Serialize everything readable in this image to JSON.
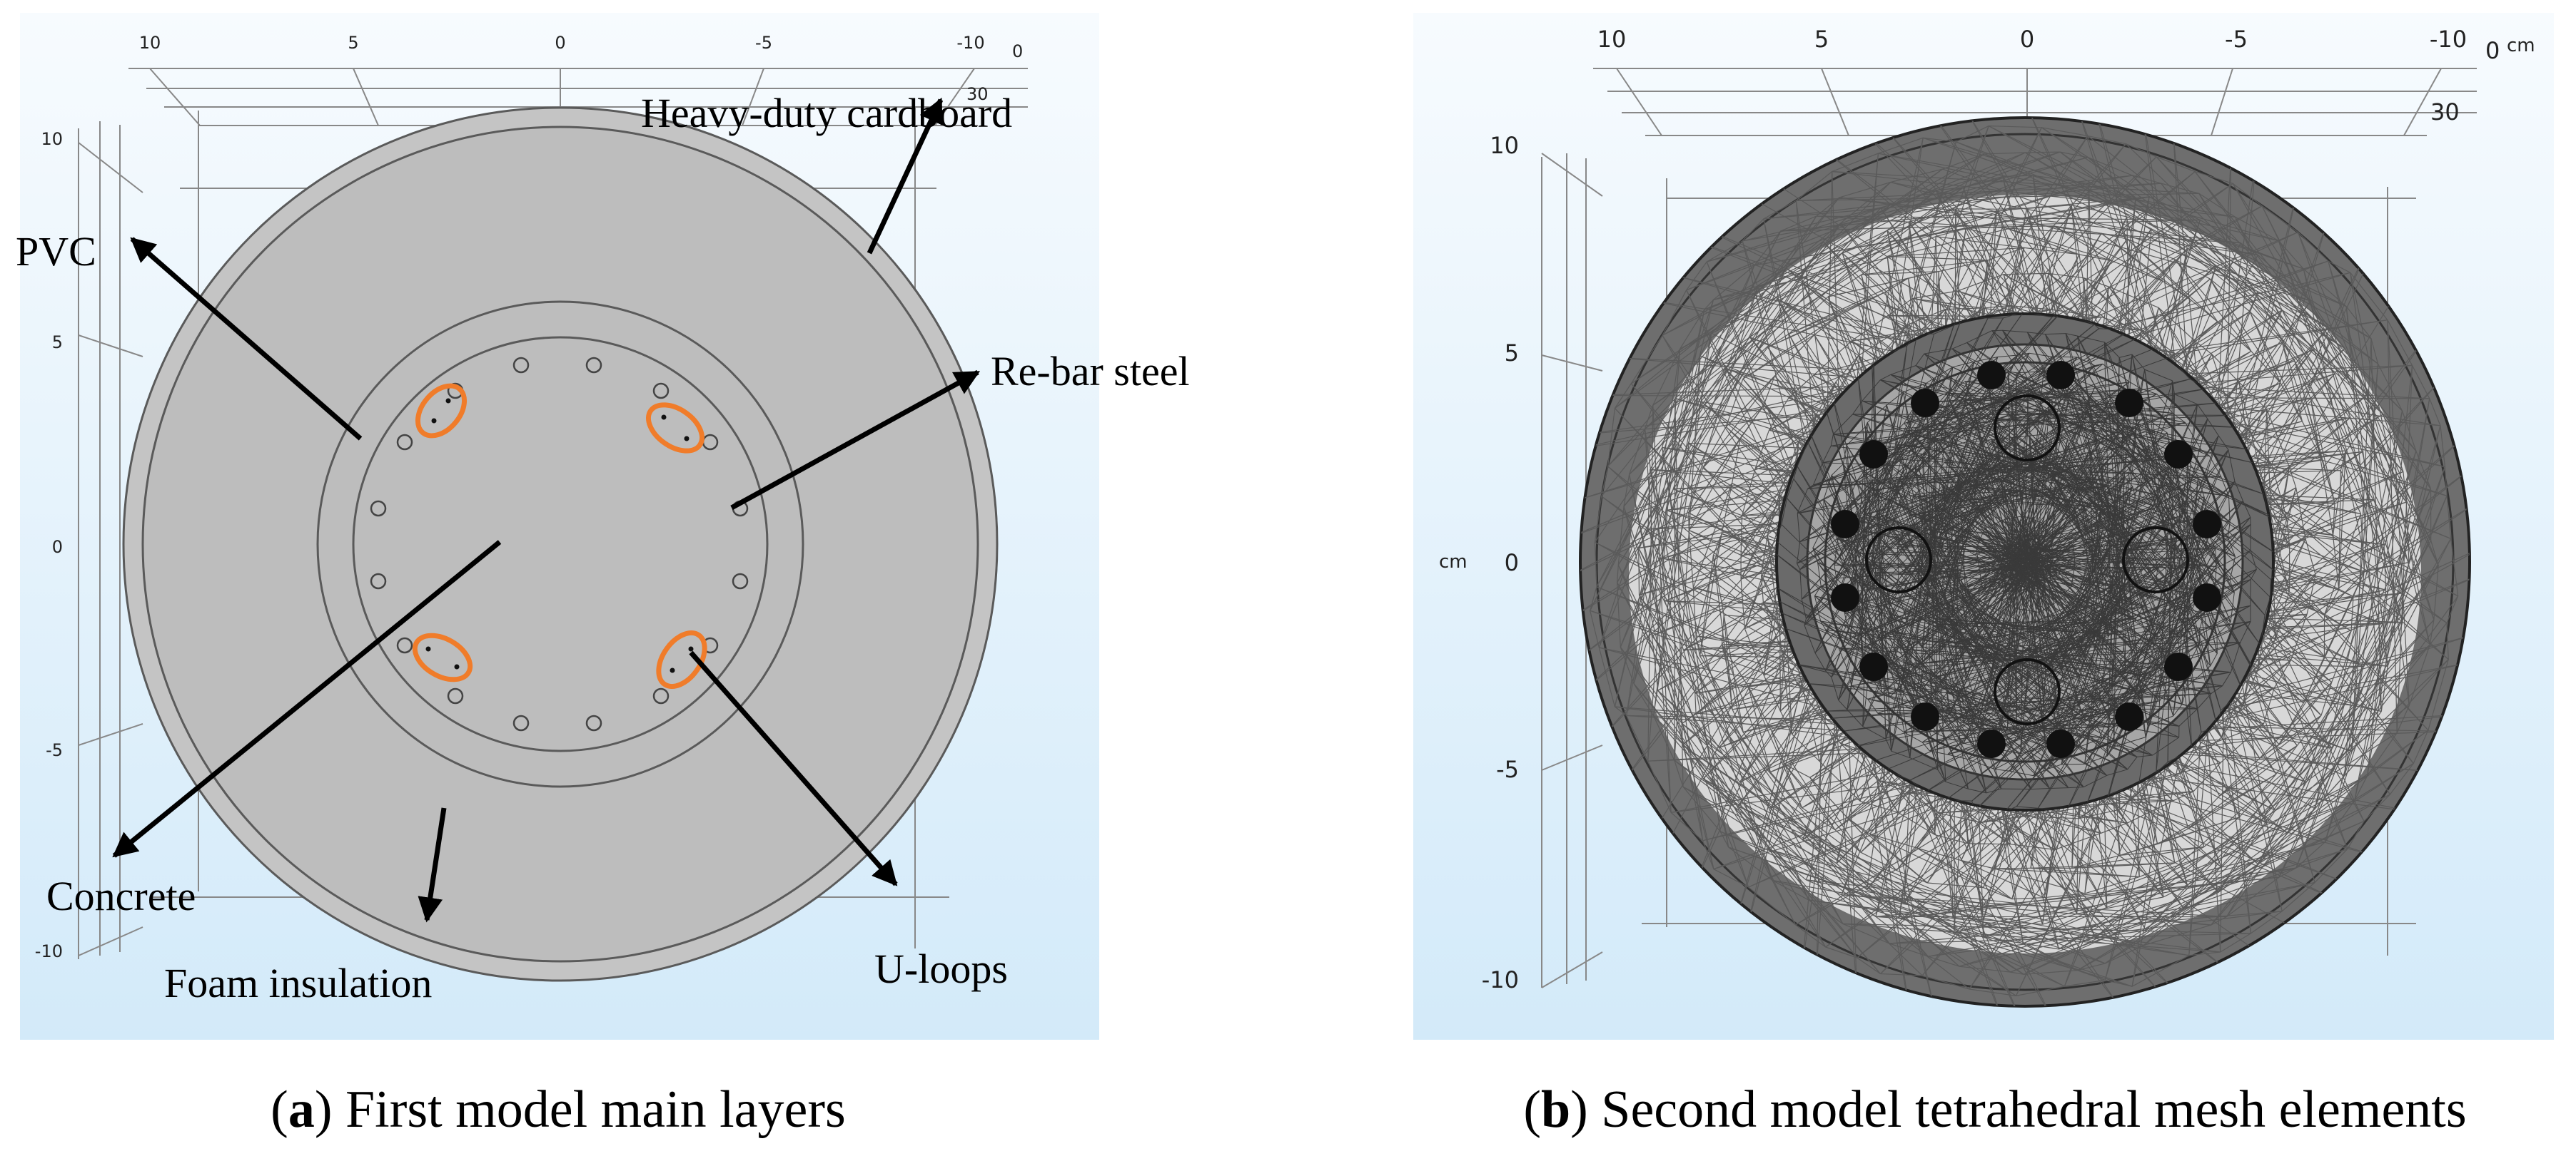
{
  "panel_a": {
    "ticks_top": [
      "10",
      "5",
      "0",
      "-5",
      "-10"
    ],
    "tick_top_extra": [
      "0",
      "30"
    ],
    "ticks_left": [
      "10",
      "5",
      "0",
      "-5",
      "-10"
    ],
    "labels": {
      "cardboard": "Heavy-duty cardboard",
      "pvc": "PVC",
      "rebar": "Re-bar steel",
      "concrete": "Concrete",
      "foam": "Foam insulation",
      "uloops": "U-loops"
    },
    "caption": {
      "letter": "a",
      "text": "First model main layers"
    }
  },
  "panel_b": {
    "ticks_top": [
      "10",
      "5",
      "0",
      "-5",
      "-10"
    ],
    "tick_top_extra": [
      "0",
      "30"
    ],
    "unit": "cm",
    "ticks_left": [
      "10",
      "5",
      "0",
      "-5",
      "-10"
    ],
    "caption": {
      "letter": "b",
      "text": "Second model tetrahedral mesh elements"
    }
  },
  "colors": {
    "background_top": "#f7fbfe",
    "background_bottom": "#d3eaf9",
    "body_gray": "#bfbfbf",
    "mesh_dark": "#6e6e6e",
    "mesh_light": "#d8d8d8",
    "uloop_orange": "#f07c2a"
  }
}
